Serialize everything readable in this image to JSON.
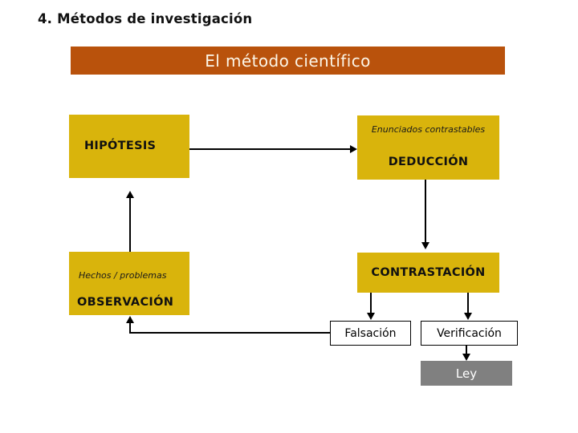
{
  "slide": {
    "heading": "4. Métodos de investigación",
    "banner_title": "El método científico",
    "colors": {
      "banner_bg": "#B9520C",
      "banner_text": "#FCF6E8",
      "box_yellow": "#D9B40C",
      "box_gray": "#808080",
      "box_white": "#FFFFFF",
      "line": "#000000",
      "text_dark": "#111111",
      "background": "#FFFFFF"
    }
  },
  "diagram": {
    "type": "flowchart",
    "nodes": [
      {
        "id": "hipotesis",
        "label": "HIPÓTESIS",
        "caption": "",
        "style": "yellow"
      },
      {
        "id": "deduccion",
        "label": "DEDUCCIÓN",
        "caption": "Enunciados contrastables",
        "style": "yellow"
      },
      {
        "id": "observacion",
        "label": "OBSERVACIÓN",
        "caption": "Hechos / problemas",
        "style": "yellow"
      },
      {
        "id": "contrastacion",
        "label": "CONTRASTACIÓN",
        "caption": "",
        "style": "yellow"
      },
      {
        "id": "falsacion",
        "label": "Falsación",
        "caption": "",
        "style": "white-outline"
      },
      {
        "id": "verificacion",
        "label": "Verificación",
        "caption": "",
        "style": "white-outline"
      },
      {
        "id": "ley",
        "label": "Ley",
        "caption": "",
        "style": "gray"
      }
    ],
    "edges": [
      {
        "from": "hipotesis",
        "to": "deduccion",
        "direction": "right"
      },
      {
        "from": "deduccion",
        "to": "contrastacion",
        "direction": "down"
      },
      {
        "from": "contrastacion",
        "to": "falsacion",
        "direction": "down"
      },
      {
        "from": "contrastacion",
        "to": "verificacion",
        "direction": "down"
      },
      {
        "from": "verificacion",
        "to": "ley",
        "direction": "down"
      },
      {
        "from": "falsacion",
        "to": "observacion",
        "direction": "up"
      },
      {
        "from": "observacion",
        "to": "hipotesis",
        "direction": "up"
      }
    ]
  }
}
